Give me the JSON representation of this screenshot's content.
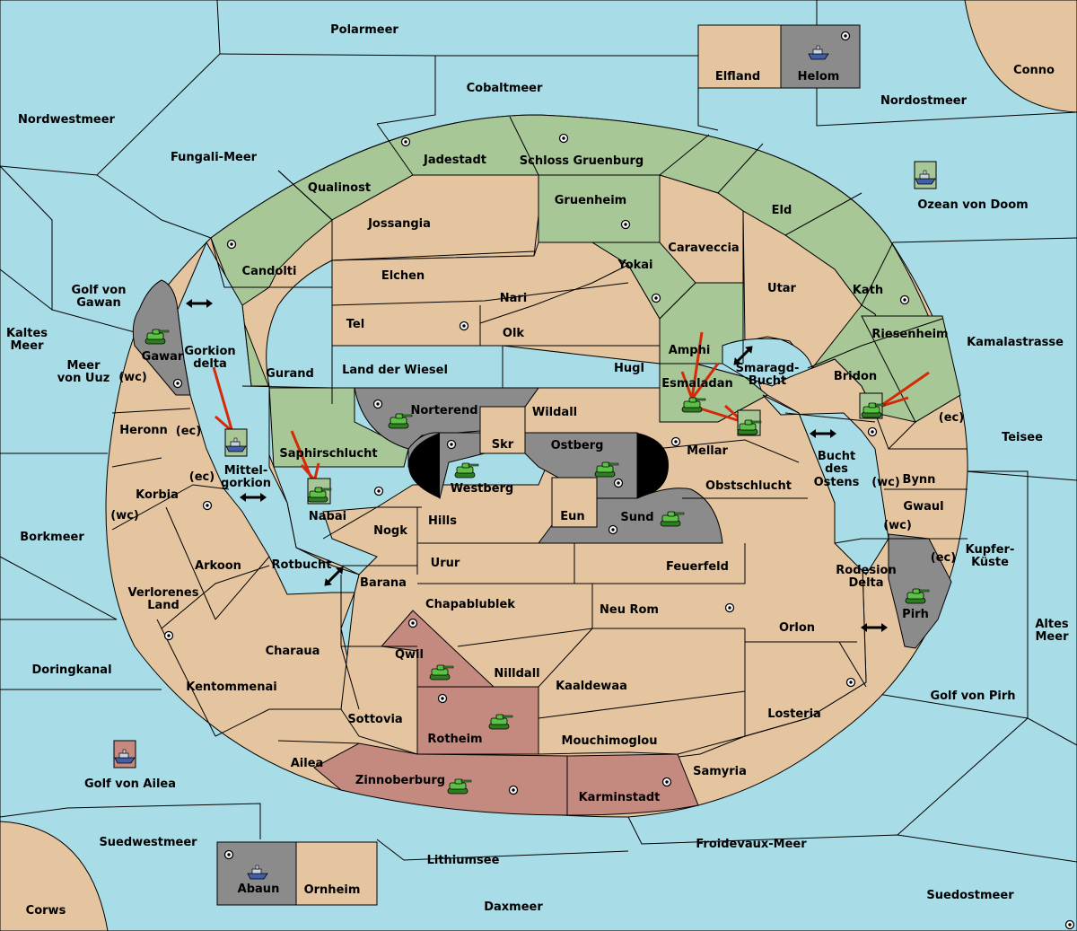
{
  "regions": {
    "polarmeer": "Polarmeer",
    "cobaltmeer": "Cobaltmeer",
    "elfland": "Elfland",
    "helom": "Helom",
    "conno": "Conno",
    "nordostmeer": "Nordostmeer",
    "nordwestmeer": "Nordwestmeer",
    "fungali_meer": "Fungali-Meer",
    "jadestadt": "Jadestadt",
    "schloss_gruenburg": "Schloss Gruenburg",
    "qualinost": "Qualinost",
    "gruenheim": "Gruenheim",
    "eld": "Eld",
    "ozean_von_doom": "Ozean von Doom",
    "jossangia": "Jossangia",
    "caraveccia": "Caraveccia",
    "candolti": "Candolti",
    "elchen": "Elchen",
    "yokai": "Yokai",
    "utar": "Utar",
    "kath": "Kath",
    "golf_von_gawan": "Golf von\nGawan",
    "nari": "Nari",
    "tel": "Tel",
    "olk": "Olk",
    "riesenheim": "Riesenheim",
    "kamalastrasse": "Kamalastrasse",
    "kaltes_meer": "Kaltes\nMeer",
    "gawar": "Gawar",
    "gorkion_delta": "Gorkion\ndelta",
    "amphi": "Amphi",
    "meer_von_uuz": "Meer\nvon Uuz",
    "gurand": "Gurand",
    "land_der_wiesel": "Land der Wiesel",
    "hugl": "Hugl",
    "smaragd_bucht": "Smaragd-\nBucht",
    "bridon": "Bridon",
    "esmaladan": "Esmaladan",
    "norterend": "Norterend",
    "wildall": "Wildall",
    "heronn": "Heronn",
    "teisee": "Teisee",
    "skr": "Skr",
    "ostberg": "Ostberg",
    "mellar": "Mellar",
    "saphirschlucht": "Saphirschlucht",
    "bucht_des_ostens": "Bucht\ndes\nOstens",
    "mittelgorkion": "Mittel-\ngorkion",
    "westberg": "Westberg",
    "obstschlucht": "Obstschlucht",
    "bynn": "Bynn",
    "korbia": "Korbia",
    "nabai": "Nabai",
    "gwaul": "Gwaul",
    "hills": "Hills",
    "eun": "Eun",
    "sund": "Sund",
    "nogk": "Nogk",
    "borkmeer": "Borkmeer",
    "kupfer_kueste": "Kupfer-\nKüste",
    "arkoon": "Arkoon",
    "rotbucht": "Rotbucht",
    "urur": "Urur",
    "feuerfeld": "Feuerfeld",
    "rodesion_delta": "Rodesion\nDelta",
    "barana": "Barana",
    "verlorenes_land": "Verlorenes\nLand",
    "chapablublek": "Chapablublek",
    "neu_rom": "Neu Rom",
    "pirh": "Pirh",
    "altes_meer": "Altes\nMeer",
    "orlon": "Orlon",
    "charaua": "Charaua",
    "qwil": "Qwil",
    "doringkanal": "Doringkanal",
    "nilldall": "Nilldall",
    "kentommenai": "Kentommenai",
    "kaaldewaa": "Kaaldewaa",
    "golf_von_pirh": "Golf von Pirh",
    "sottovia": "Sottovia",
    "losteria": "Losteria",
    "rotheim": "Rotheim",
    "mouchimoglou": "Mouchimoglou",
    "ailea": "Ailea",
    "samyria": "Samyria",
    "golf_von_ailea": "Golf von Ailea",
    "zinnoberburg": "Zinnoberburg",
    "karminstadt": "Karminstadt",
    "suedwestmeer": "Suedwestmeer",
    "froidevaux_meer": "Froidevaux-Meer",
    "lithiumsee": "Lithiumsee",
    "abaun": "Abaun",
    "ornheim": "Ornheim",
    "suedostmeer": "Suedostmeer",
    "corws": "Corws",
    "daxmeer": "Daxmeer"
  },
  "coast_tags": {
    "wc": "(wc)",
    "ec": "(ec)"
  },
  "colors": {
    "sea": "#a8dce6",
    "neutral": "#e4c59f",
    "green_power": "#a7c797",
    "grey_power": "#8b8b8b",
    "red_power": "#c48a80",
    "attack_arrow": "#d42a0a",
    "army_unit": "#4caf37",
    "fleet_unit": "#3f5fa8"
  },
  "icons": {
    "army": "tank-icon",
    "fleet": "ship-icon",
    "supply_center": "supply-center-icon",
    "channel": "double-arrow-icon",
    "attack": "red-arrow-icon"
  }
}
